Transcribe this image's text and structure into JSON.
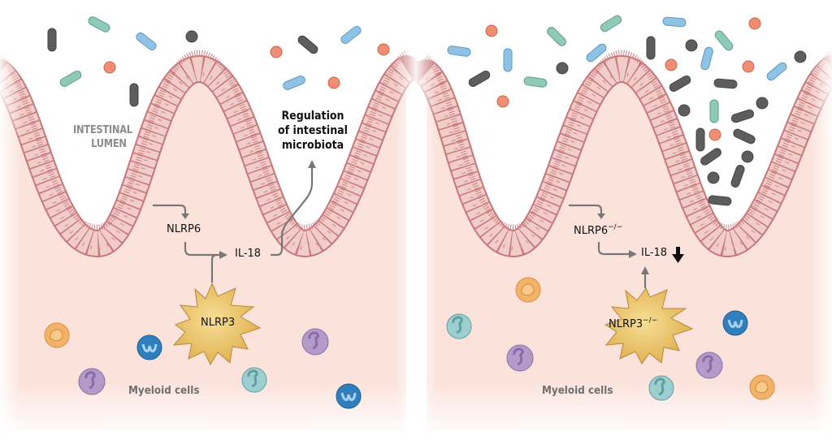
{
  "figure": {
    "panels": [
      {
        "id": "wild-type",
        "lumen_label_line1": "INTESTINAL",
        "lumen_label_line2": "LUMEN",
        "outcome_line1": "Regulation",
        "outcome_line2": "of intestinal",
        "outcome_line3": "microbiota",
        "epithelial_sensor": "NLRP6",
        "epithelial_sensor_sup": "",
        "cytokine": "IL-18",
        "cytokine_change": "",
        "myeloid_sensor": "NLRP3",
        "myeloid_sensor_sup": "",
        "myeloid_label": "Myeloid cells",
        "microbiota_state": "balanced"
      },
      {
        "id": "knockout",
        "epithelial_sensor": "NLRP6",
        "epithelial_sensor_sup": "−/−",
        "cytokine": "IL-18",
        "cytokine_change": "decreased",
        "cytokine_change_icon": "down-arrow-icon",
        "myeloid_sensor": "NLRP3",
        "myeloid_sensor_sup": "−/−",
        "myeloid_label": "Myeloid cells",
        "microbiota_state": "dysbiosis (expanded gray bacteria)"
      }
    ],
    "colors": {
      "tissue": "#fbe3dc",
      "epithelium": "#efc3c0",
      "epithelium_outline": "#c7777a",
      "arrow": "#777777",
      "nlrp3_cell": "#e9c266",
      "bacteria_gray": "#5d5d5d",
      "bacteria_blue": "#8ec3e6",
      "bacteria_green": "#8fcab5",
      "bacteria_red": "#ef8e74",
      "cell_orange": "#f3b26a",
      "cell_blue": "#2f7fbf",
      "cell_purple": "#b49ac9",
      "cell_teal": "#9dcfd0"
    }
  }
}
